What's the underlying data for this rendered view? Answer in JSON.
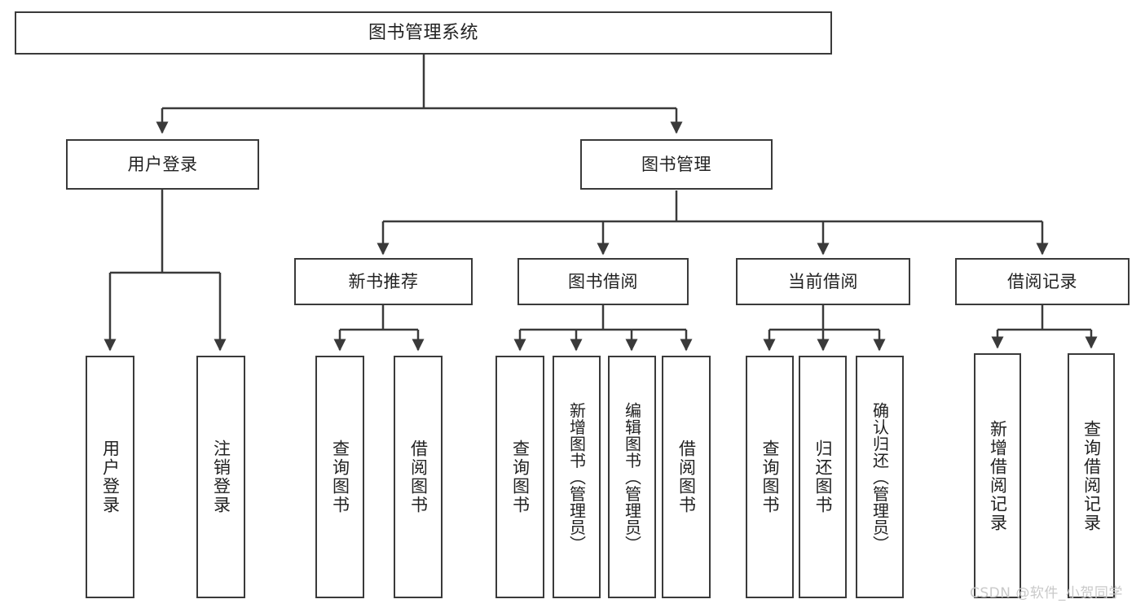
{
  "diagram": {
    "title": "图书管理系统",
    "type": "tree",
    "root": {
      "label": "图书管理系统"
    },
    "level1": [
      {
        "label": "用户登录"
      },
      {
        "label": "图书管理"
      }
    ],
    "level2": [
      {
        "label": "新书推荐"
      },
      {
        "label": "图书借阅"
      },
      {
        "label": "当前借阅"
      },
      {
        "label": "借阅记录"
      }
    ],
    "leaves": {
      "user_login": [
        {
          "label": "用户登录"
        },
        {
          "label": "注销登录"
        }
      ],
      "new_book_recommend": [
        {
          "label": "查询图书"
        },
        {
          "label": "借阅图书"
        }
      ],
      "book_borrow": [
        {
          "label": "查询图书"
        },
        {
          "label": "新增图书（管理员）"
        },
        {
          "label": "编辑图书（管理员）"
        },
        {
          "label": "借阅图书"
        }
      ],
      "current_borrow": [
        {
          "label": "查询图书"
        },
        {
          "label": "归还图书"
        },
        {
          "label": "确认归还（管理员）"
        }
      ],
      "borrow_record": [
        {
          "label": "新增借阅记录"
        },
        {
          "label": "查询借阅记录"
        }
      ]
    }
  },
  "watermark": {
    "text": "CSDN @软件_小贺同学"
  },
  "colors": {
    "stroke": "#3a3a3a",
    "background": "#ffffff",
    "text": "#222222",
    "watermark": "#c9c9c9"
  }
}
